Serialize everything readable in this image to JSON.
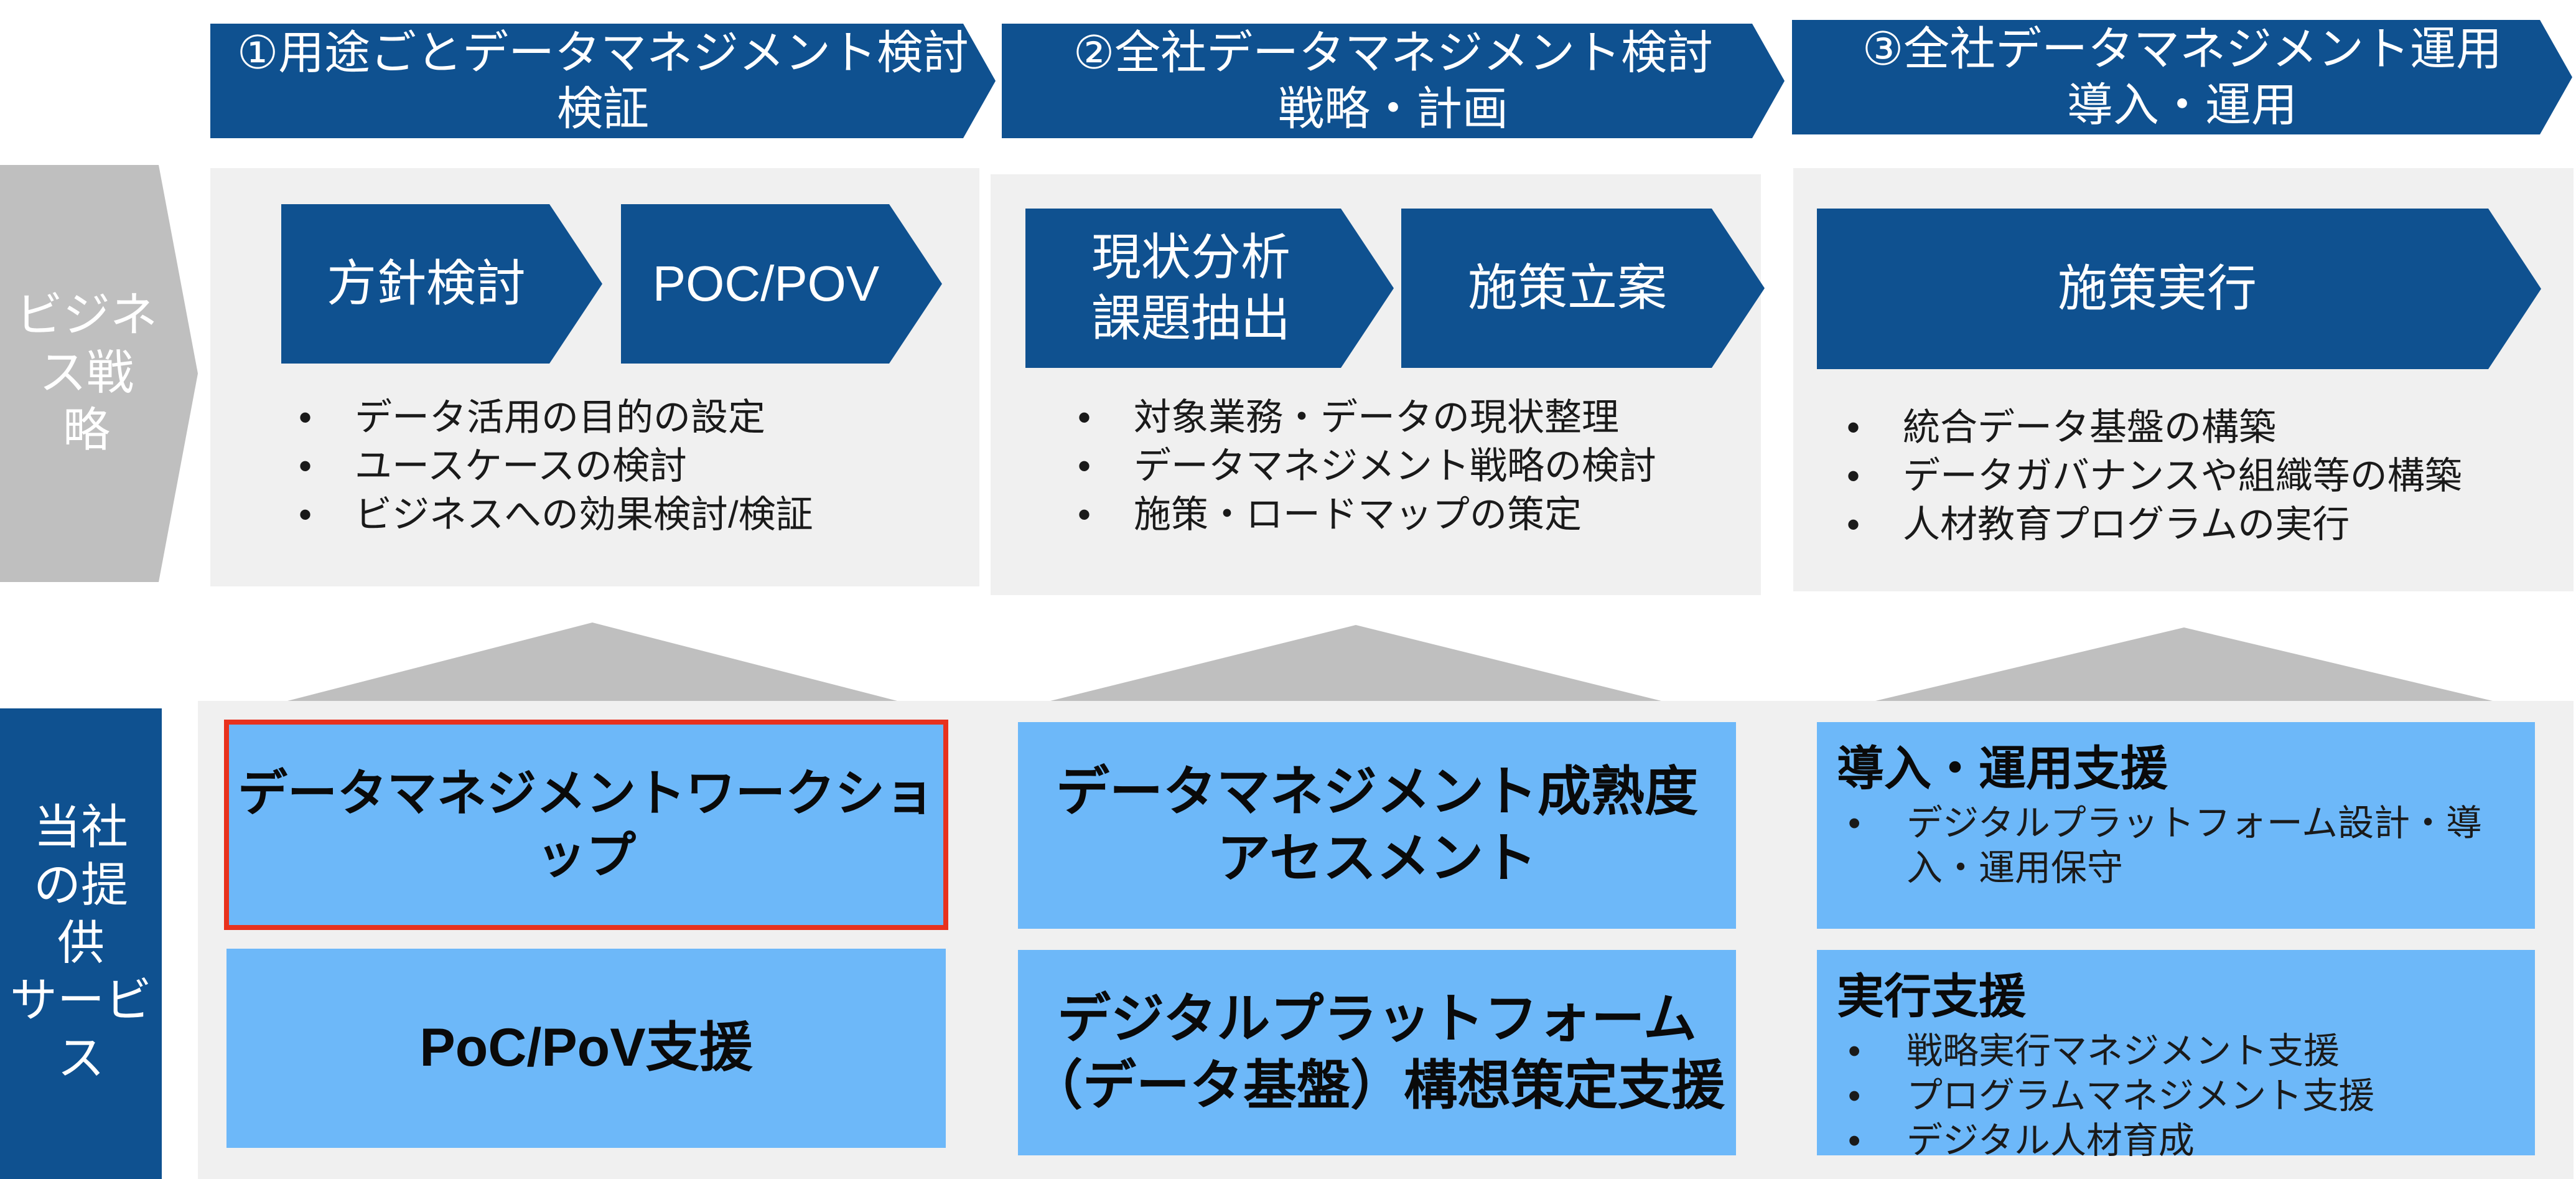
{
  "phases": [
    {
      "line1": "①用途ごとデータマネジメント検討",
      "line2": "検証"
    },
    {
      "line1": "②全社データマネジメント検討",
      "line2": "戦略・計画"
    },
    {
      "line1": "③全社データマネジメント運用",
      "line2": "導入・運用"
    }
  ],
  "side_labels": {
    "business": {
      "l1": "ビジネ",
      "l2": "ス戦",
      "l3": "略"
    },
    "service": {
      "l1": "当社",
      "l2": "の提",
      "l3": "供",
      "l4": "サービ",
      "l5": "ス"
    }
  },
  "steps": {
    "s1": "方針検討",
    "s2": "POC/POV",
    "s3a": "現状分析",
    "s3b": "課題抽出",
    "s4": "施策立案",
    "s5": "施策実行"
  },
  "bullets": {
    "col1": [
      "データ活用の目的の設定",
      "ユースケースの検討",
      "ビジネスへの効果検討/検証"
    ],
    "col2": [
      "対象業務・データの現状整理",
      "データマネジメント戦略の検討",
      "施策・ロードマップの策定"
    ],
    "col3": [
      "統合データ基盤の構築",
      "データガバナンスや組織等の構築",
      "人材教育プログラムの実行"
    ]
  },
  "services": {
    "workshop": "データマネジメントワークショップ",
    "poc": "PoC/PoV支援",
    "maturity_l1": "データマネジメント成熟度",
    "maturity_l2": "アセスメント",
    "platform_l1": "デジタルプラットフォーム",
    "platform_l2": "（データ基盤）構想策定支援",
    "intro": {
      "title": "導入・運用支援",
      "items": [
        "デジタルプラットフォーム設計・導入・運用保守"
      ]
    },
    "exec": {
      "title": "実行支援",
      "items": [
        "戦略実行マネジメント支援",
        "プログラムマネジメント支援",
        "デジタル人材育成"
      ]
    }
  },
  "colors": {
    "navy": "#0f5190",
    "light_blue": "#6db8f9",
    "highlight": "#e8321e",
    "gray": "#bfbfbf"
  }
}
